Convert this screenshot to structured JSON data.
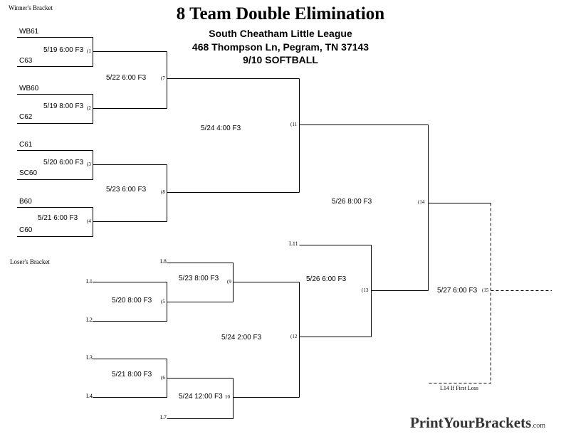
{
  "title": "8 Team Double Elimination",
  "league": "South Cheatham Little League",
  "address": "468 Thompson Ln, Pegram,  TN 37143",
  "division": "9/10 SOFTBALL",
  "winners_label": "Winner's Bracket",
  "losers_label": "Loser's Bracket",
  "teams": [
    "WB61",
    "C63",
    "WB60",
    "C62",
    "C61",
    "SC60",
    "B60",
    "C60"
  ],
  "games": {
    "g1": {
      "num": "(1",
      "sched": "5/19 6:00 F3"
    },
    "g2": {
      "num": "(2",
      "sched": "5/19 8:00 F3"
    },
    "g3": {
      "num": "(3",
      "sched": "5/20 6:00 F3"
    },
    "g4": {
      "num": "(4",
      "sched": "5/21 6:00 F3"
    },
    "g5": {
      "num": "(5",
      "sched": "5/20 8:00 F3"
    },
    "g6": {
      "num": "(6",
      "sched": "5/21 8:00 F3"
    },
    "g7": {
      "num": "(7",
      "sched": "5/22 6:00 F3"
    },
    "g8": {
      "num": "(8",
      "sched": "5/23 6:00 F3"
    },
    "g9": {
      "num": "(9",
      "sched": "5/23 8:00 F3"
    },
    "g10": {
      "num": "10",
      "sched": "5/24 12:00 F3"
    },
    "g11": {
      "num": "(11",
      "sched": "5/24 4:00 F3"
    },
    "g12": {
      "num": "(12",
      "sched": "5/24 2:00 F3"
    },
    "g13": {
      "num": "(13",
      "sched": "5/26 6:00 F3"
    },
    "g14": {
      "num": "(14",
      "sched": "5/26 8:00 F3"
    },
    "g15": {
      "num": "(15",
      "sched": "5/27 6:00 F3"
    }
  },
  "loser_slots": {
    "l1": "L1",
    "l2": "L2",
    "l3": "L3",
    "l4": "L4",
    "l7": "L7",
    "l8": "L8",
    "l11": "L11"
  },
  "if_first_loss": "L14 If First Loss",
  "logo": {
    "main": "PrintYourBrackets",
    "suffix": ".com"
  }
}
